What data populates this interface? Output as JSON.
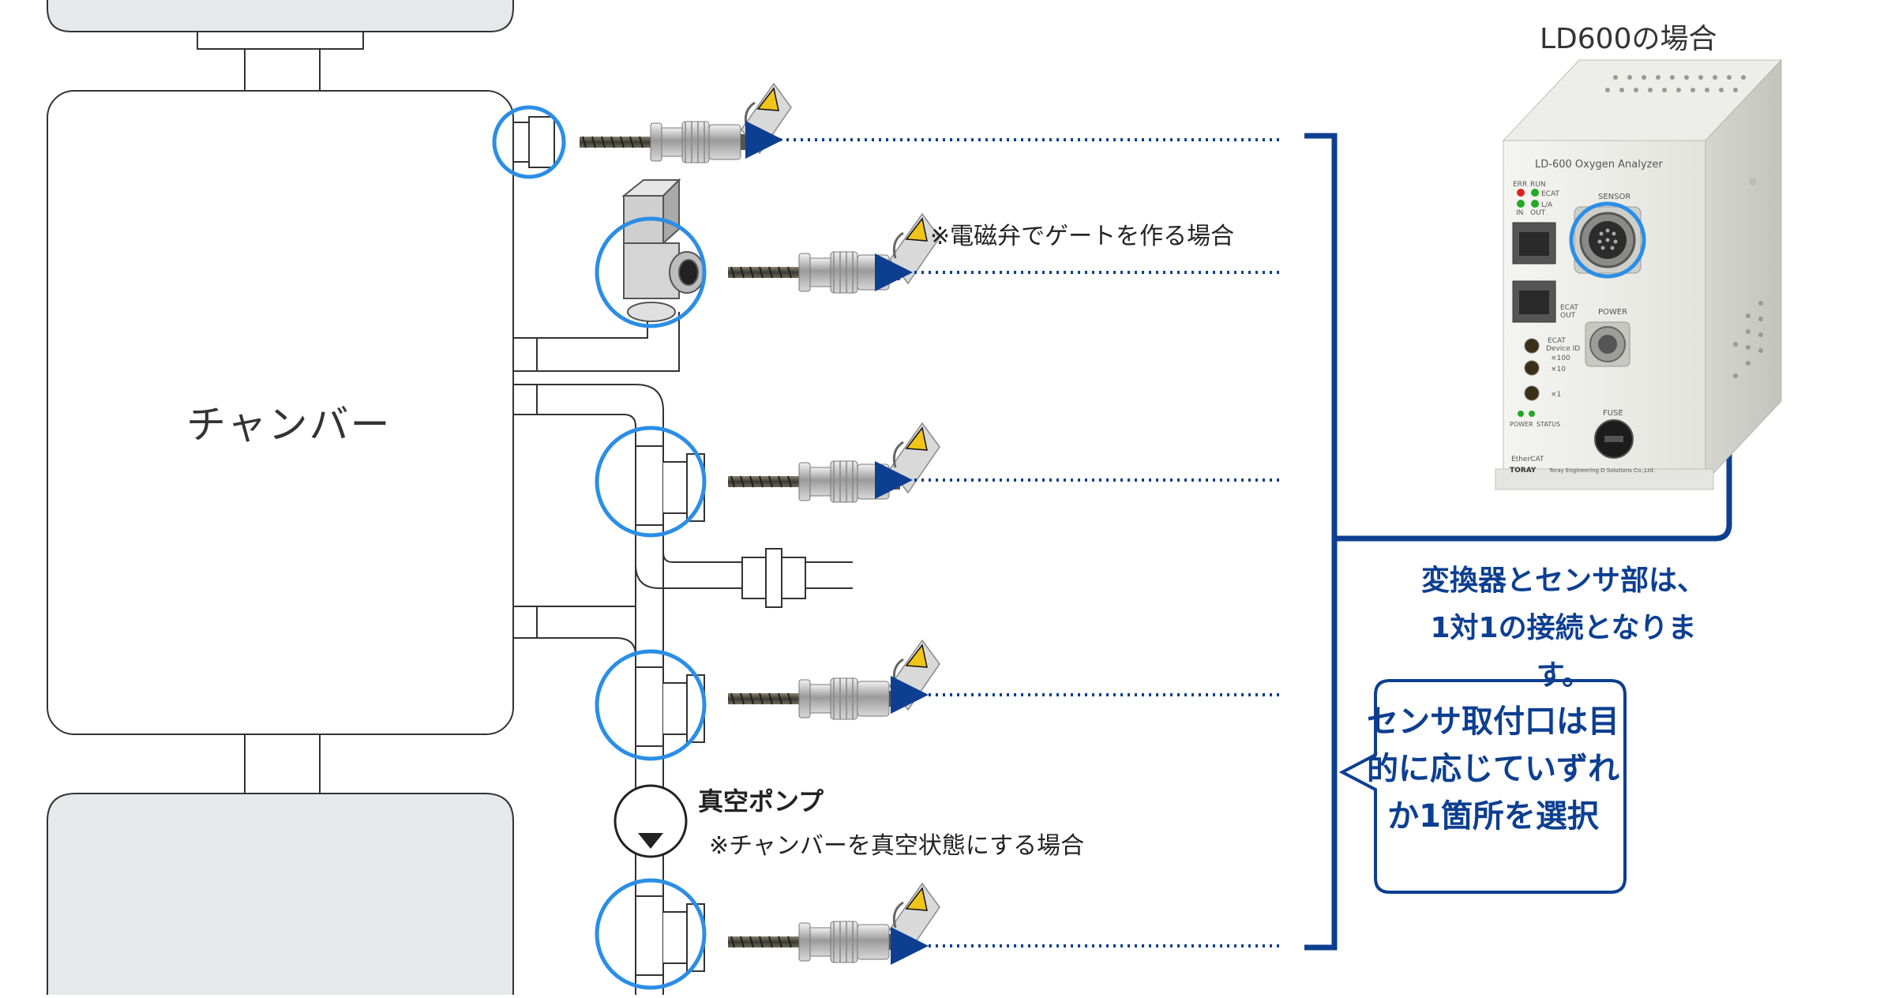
{
  "chamber": {
    "label": "チャンバー"
  },
  "device": {
    "title": "LD600の場合",
    "panel_title": "LD-600  Oxygen  Analyzer",
    "indicators": {
      "err": "ERR",
      "run": "RUN",
      "ecat": "ECAT",
      "in": "IN",
      "out": "OUT",
      "la": "L/A"
    },
    "ports": {
      "ecat_in": "ECAT IN",
      "ecat_out_1": "ECAT",
      "ecat_out_2": "OUT",
      "sensor": "SENSOR",
      "power": "POWER",
      "fuse": "FUSE"
    },
    "device_id": {
      "line1": "ECAT",
      "line2": "Device  ID",
      "x100": "×100",
      "x10": "×10",
      "x1": "×1"
    },
    "status": {
      "power": "POWER",
      "status": "STATUS"
    },
    "brand": {
      "ethercat": "EtherCAT",
      "toray": "TORAY",
      "maker": "Toray Engineering D Solutions Co.,Ltd."
    }
  },
  "notes": {
    "solenoid_valve": "※電磁弁でゲートを作る場合",
    "vacuum_pump": "真空ポンプ",
    "vacuum_pump_note": "※チャンバーを真空状態にする場合",
    "connection": "変換器とセンサ部は、1対1の接続となります。",
    "callout": "センサ取付口は目的に応じていずれか1箇所を選択"
  },
  "colors": {
    "highlight_ring": "#2b8ee6",
    "connector_blue": "#0d3f91",
    "grey_block": "#e6e8e9",
    "line": "#444444"
  }
}
